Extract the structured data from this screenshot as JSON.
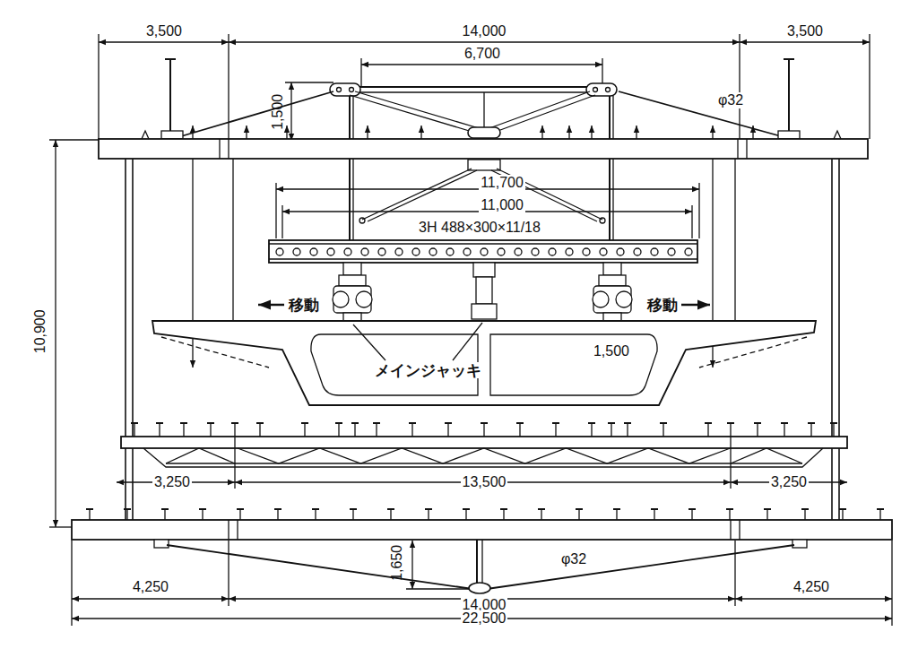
{
  "diagram": {
    "labels": [
      "3,500",
      "14,000",
      "3,500",
      "6,700",
      "1,500",
      "φ32",
      "11,700",
      "11,000",
      "3H 488×300×11/18",
      "移動",
      "移動",
      "メインジャッキ",
      "1,500",
      "10,900",
      "3,250",
      "13,500",
      "3,250",
      "1,650",
      "φ32",
      "4,250",
      "14,000",
      "4,250",
      "22,500"
    ]
  }
}
